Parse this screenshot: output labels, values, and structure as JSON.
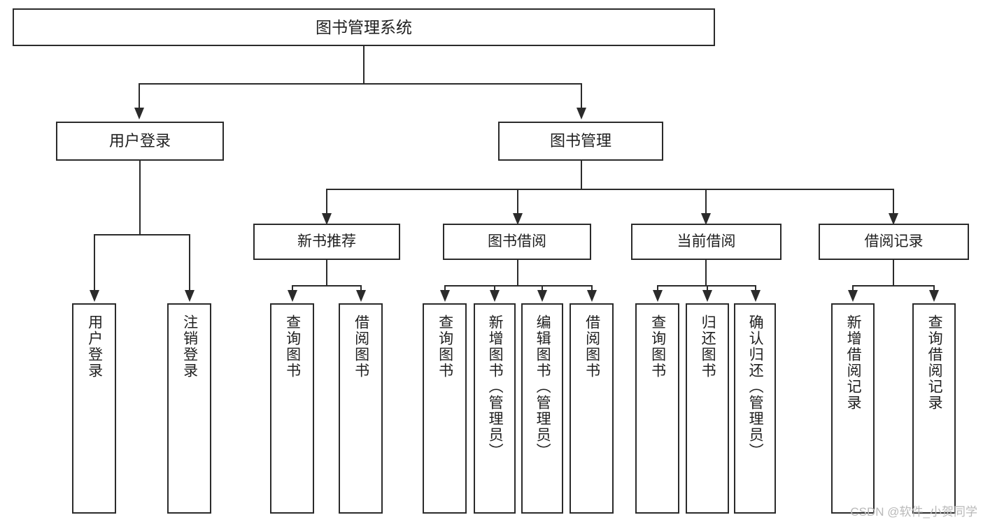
{
  "diagram": {
    "title": "图书管理系统",
    "type": "tree-hierarchy-diagram",
    "root": {
      "label": "图书管理系统"
    },
    "level2": [
      {
        "label": "用户登录"
      },
      {
        "label": "图书管理"
      }
    ],
    "level3": [
      {
        "label": "新书推荐"
      },
      {
        "label": "图书借阅"
      },
      {
        "label": "当前借阅"
      },
      {
        "label": "借阅记录"
      }
    ],
    "leaves": {
      "user_login": [
        {
          "label": "用户登录"
        },
        {
          "label": "注销登录"
        }
      ],
      "new_book_recommend": [
        {
          "label": "查询图书"
        },
        {
          "label": "借阅图书"
        }
      ],
      "book_borrow": [
        {
          "label": "查询图书"
        },
        {
          "label": "新增图书（管理员）"
        },
        {
          "label": "编辑图书（管理员）"
        },
        {
          "label": "借阅图书"
        }
      ],
      "current_borrow": [
        {
          "label": "查询图书"
        },
        {
          "label": "归还图书"
        },
        {
          "label": "确认归还（管理员）"
        }
      ],
      "borrow_record": [
        {
          "label": "新增借阅记录"
        },
        {
          "label": "查询借阅记录"
        }
      ]
    }
  },
  "watermark": {
    "text": "CSDN @软件_小贺同学"
  },
  "colors": {
    "stroke": "#2b2b2b",
    "background": "#ffffff",
    "text": "#1f1f1f",
    "watermark": "#b9b9b9"
  }
}
